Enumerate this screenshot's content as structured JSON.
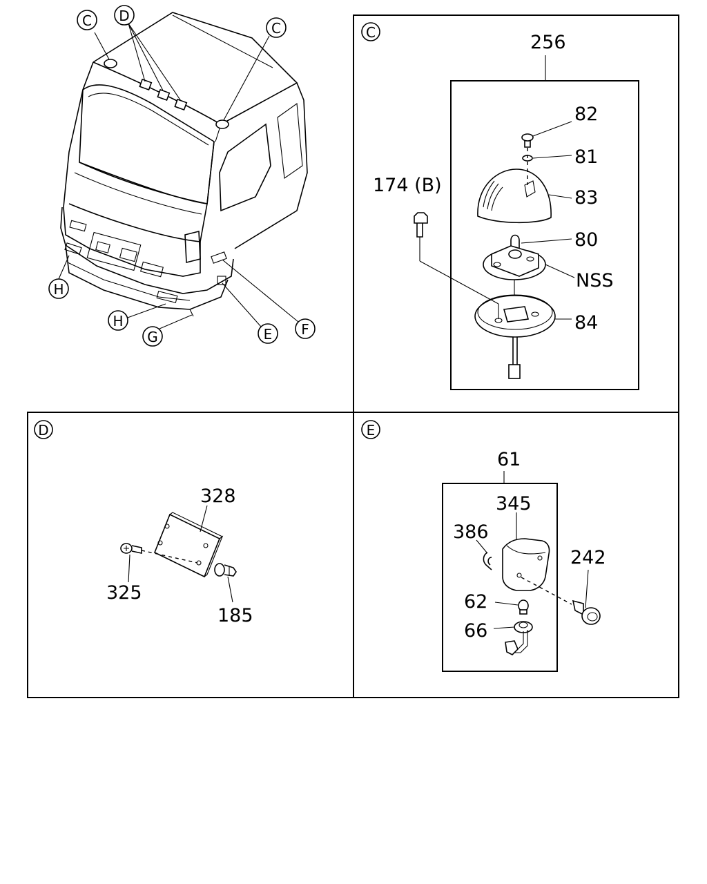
{
  "callouts": {
    "c_left": "C",
    "c_right": "C",
    "d_top": "D",
    "h_left": "H",
    "h_bottom": "H",
    "g": "G",
    "e": "E",
    "f": "F"
  },
  "panel_c": {
    "tag": "C",
    "group": "256",
    "parts": [
      "82",
      "81",
      "83",
      "80",
      "NSS",
      "84",
      "174 (B)"
    ]
  },
  "panel_d": {
    "tag": "D",
    "parts": [
      "328",
      "325",
      "185"
    ]
  },
  "panel_e": {
    "tag": "E",
    "group": "61",
    "parts": [
      "345",
      "386",
      "242",
      "62",
      "66"
    ]
  }
}
